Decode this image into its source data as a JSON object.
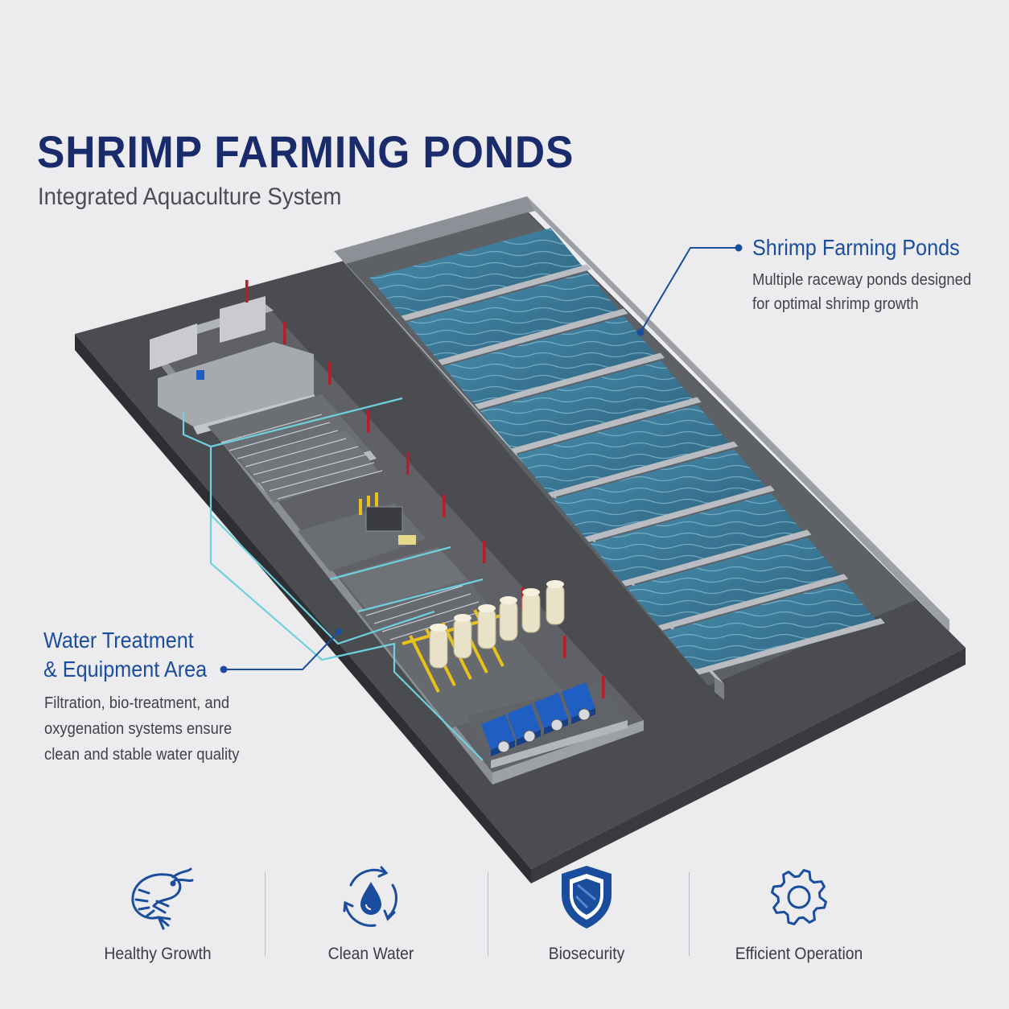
{
  "header": {
    "title": "SHRIMP FARMING PONDS",
    "subtitle": "Integrated Aquaculture System"
  },
  "callouts": {
    "ponds": {
      "title": "Shrimp Farming Ponds",
      "desc_lines": [
        "Multiple raceway ponds designed",
        "for optimal shrimp growth"
      ]
    },
    "treatment": {
      "title_lines": [
        "Water Treatment",
        "& Equipment Area"
      ],
      "desc_lines": [
        "Filtration, bio-treatment, and",
        "oxygenation systems ensure",
        "clean and stable water quality"
      ]
    }
  },
  "features": [
    {
      "label": "Healthy Growth",
      "icon": "shrimp-icon"
    },
    {
      "label": "Clean Water",
      "icon": "water-cycle-icon"
    },
    {
      "label": "Biosecurity",
      "icon": "shield-icon"
    },
    {
      "label": "Efficient Operation",
      "icon": "gear-icon"
    }
  ],
  "colors": {
    "title": "#1a2b6b",
    "accent": "#1a4d9e",
    "water": "#3f7d9c",
    "slab": "#4b4c50",
    "wall": "#a9acb1",
    "pipe_red": "#b3202a",
    "pipe_yellow": "#e8c21b",
    "pump_blue": "#1f5fc4",
    "aqua_pipe": "#6fd0df"
  }
}
